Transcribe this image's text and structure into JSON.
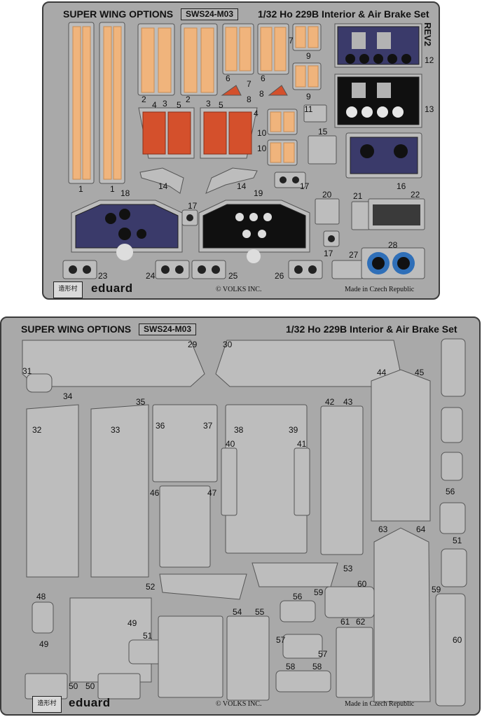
{
  "top_fret": {
    "title": "SUPER WING OPTIONS",
    "code": "SWS24-M03",
    "subtitle": "1/32 Ho 229B Interior & Air Brake Set",
    "revision": "REV2",
    "brand": "eduard",
    "logo_text": "造形村",
    "copyright": "© VOLKS INC.",
    "made_in": "Made in Czech Republic",
    "part_numbers": [
      "1",
      "1",
      "2",
      "2",
      "3",
      "3",
      "4",
      "4",
      "5",
      "5",
      "6",
      "6",
      "7",
      "7",
      "8",
      "8",
      "9",
      "9",
      "10",
      "10",
      "11",
      "12",
      "13",
      "14",
      "14",
      "15",
      "16",
      "17",
      "17",
      "17",
      "18",
      "19",
      "20",
      "21",
      "22",
      "23",
      "24",
      "25",
      "26",
      "27",
      "28"
    ]
  },
  "bottom_fret": {
    "title": "SUPER WING OPTIONS",
    "code": "SWS24-M03",
    "subtitle": "1/32 Ho 229B Interior & Air Brake Set",
    "brand": "eduard",
    "logo_text": "造形村",
    "copyright": "© VOLKS INC.",
    "made_in": "Made in Czech Republic",
    "part_numbers": [
      "29",
      "30",
      "31",
      "32",
      "33",
      "34",
      "35",
      "36",
      "37",
      "38",
      "39",
      "40",
      "41",
      "42",
      "43",
      "44",
      "45",
      "46",
      "47",
      "48",
      "49",
      "49",
      "50",
      "50",
      "51",
      "51",
      "52",
      "53",
      "54",
      "55",
      "56",
      "56",
      "57",
      "57",
      "58",
      "58",
      "59",
      "59",
      "60",
      "60",
      "61",
      "62",
      "63",
      "64"
    ]
  },
  "colors": {
    "fret": "#a9a9a9",
    "part": "#bdbdbd",
    "belt": "#f0b47c",
    "belt_dark": "#c98d55",
    "red": "#d4502c",
    "panel_blue": "#3a3a6a",
    "panel_black": "#101010",
    "instrument_blue": "#2f6fb8"
  }
}
